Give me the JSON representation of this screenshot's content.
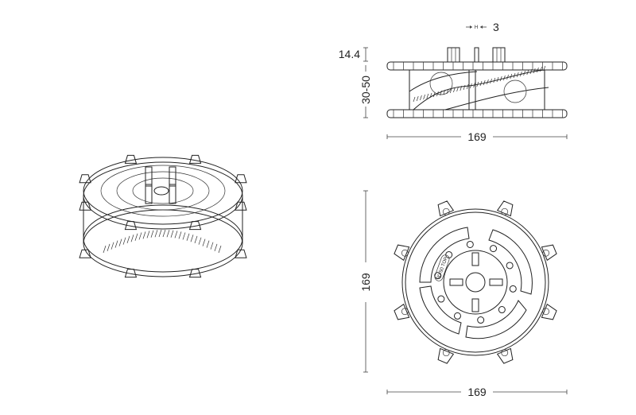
{
  "drawing": {
    "side_view": {
      "gap_label": "3",
      "gap_marker": "H",
      "tab_height_label": "14.4",
      "height_range_label": "30-50",
      "width_label": "169"
    },
    "top_view": {
      "height_label": "169",
      "width_label": "169",
      "embossed_text": "30-50 TOP"
    },
    "colors": {
      "line": "#222222",
      "background": "#ffffff"
    }
  }
}
